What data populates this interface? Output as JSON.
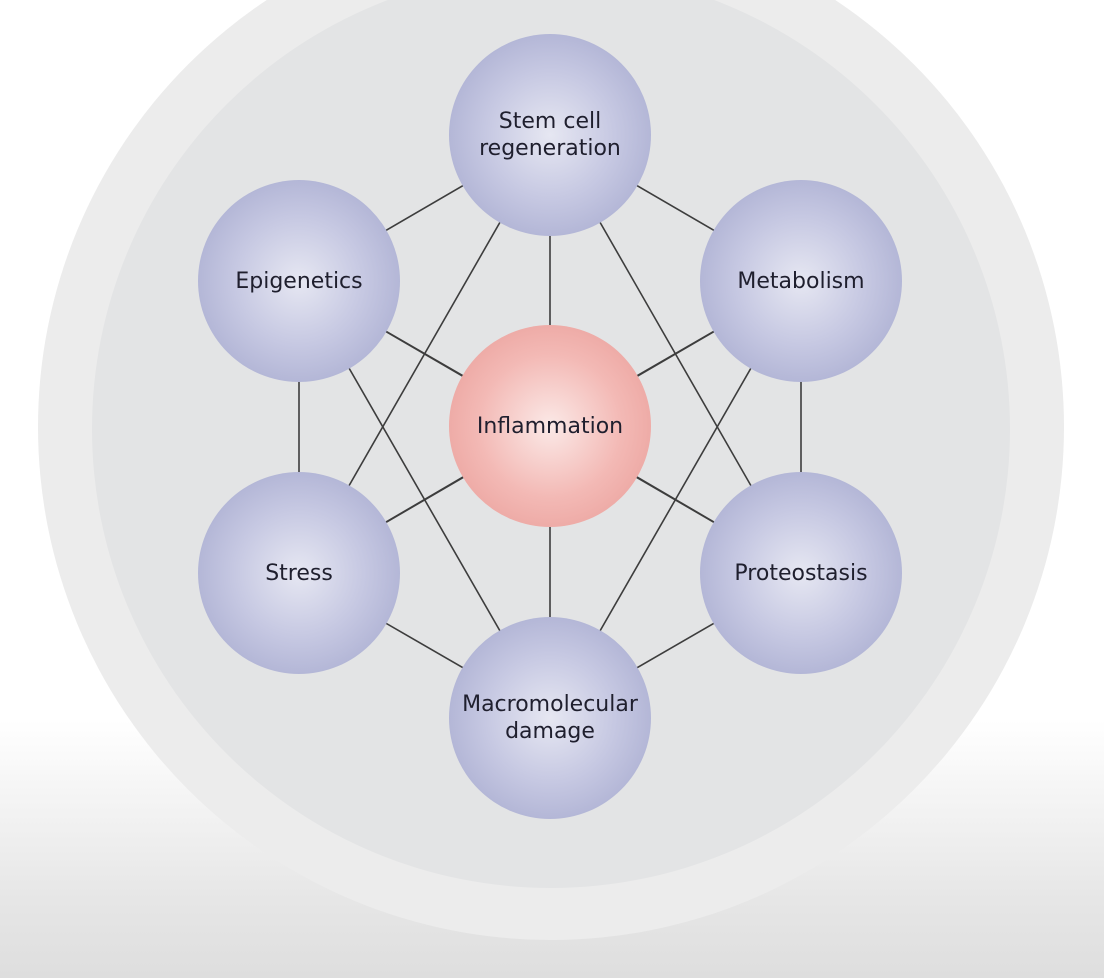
{
  "diagram": {
    "center": {
      "label": "Inflammation",
      "color": "#f2b4b0"
    },
    "nodes": [
      {
        "id": "stem",
        "label": "Stem cell\nregeneration"
      },
      {
        "id": "metabolism",
        "label": "Metabolism"
      },
      {
        "id": "proteostasis",
        "label": "Proteostasis"
      },
      {
        "id": "damage",
        "label": "Macromolecular\ndamage"
      },
      {
        "id": "stress",
        "label": "Stress"
      },
      {
        "id": "epigenetics",
        "label": "Epigenetics"
      }
    ],
    "node_color": "#bfc1df",
    "edge_color": "#3d3d3d"
  }
}
